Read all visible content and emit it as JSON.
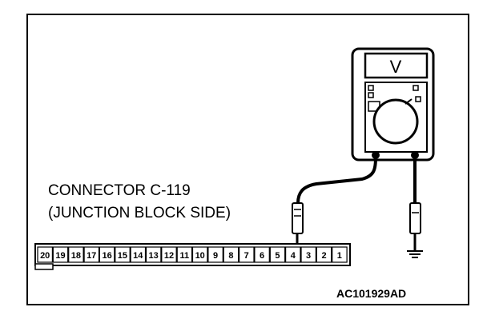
{
  "connector": {
    "line1": "CONNECTOR C-119",
    "line2": "(JUNCTION BLOCK SIDE)",
    "pins": [
      "20",
      "19",
      "18",
      "17",
      "16",
      "15",
      "14",
      "13",
      "12",
      "11",
      "10",
      "9",
      "8",
      "7",
      "6",
      "5",
      "4",
      "3",
      "2",
      "1"
    ]
  },
  "meter": {
    "symbol": "V"
  },
  "figure_id": "AC101929AD"
}
